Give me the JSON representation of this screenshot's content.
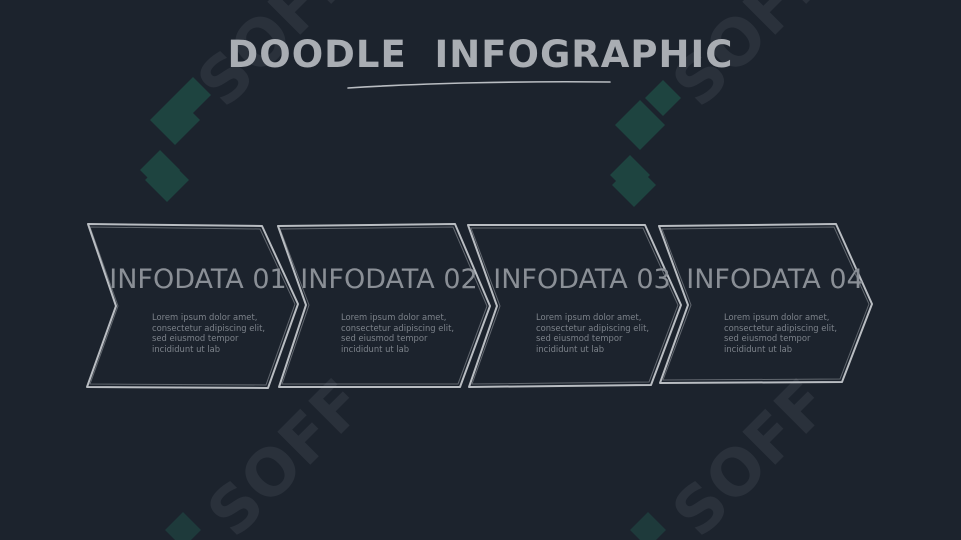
{
  "page": {
    "title": "DOODLE  INFOGRAPHIC",
    "watermark_text": "SOFF"
  },
  "colors": {
    "background": "#1c232d",
    "outline": "#b9bdc2",
    "title": "#a9adb3",
    "step_title": "#8a8f96",
    "body_text": "#7c828a",
    "watermark_logo": "#1f4a44",
    "watermark_text": "#2a313b"
  },
  "steps": [
    {
      "title": "INFODATA 01",
      "body": "Lorem ipsum dolor  amet,\nconsectetur adipiscing elit,\nsed  eiusmod tempor\nincididunt ut lab"
    },
    {
      "title": "INFODATA 02",
      "body": "Lorem ipsum dolor  amet,\nconsectetur adipiscing elit,\nsed  eiusmod tempor\nincididunt ut lab"
    },
    {
      "title": "INFODATA 03",
      "body": "Lorem ipsum dolor  amet,\nconsectetur adipiscing elit,\nsed  eiusmod tempor\nincididunt ut lab"
    },
    {
      "title": "INFODATA 04",
      "body": "Lorem ipsum dolor  amet,\nconsectetur adipiscing elit,\nsed  eiusmod tempor\nincididunt ut lab"
    }
  ]
}
